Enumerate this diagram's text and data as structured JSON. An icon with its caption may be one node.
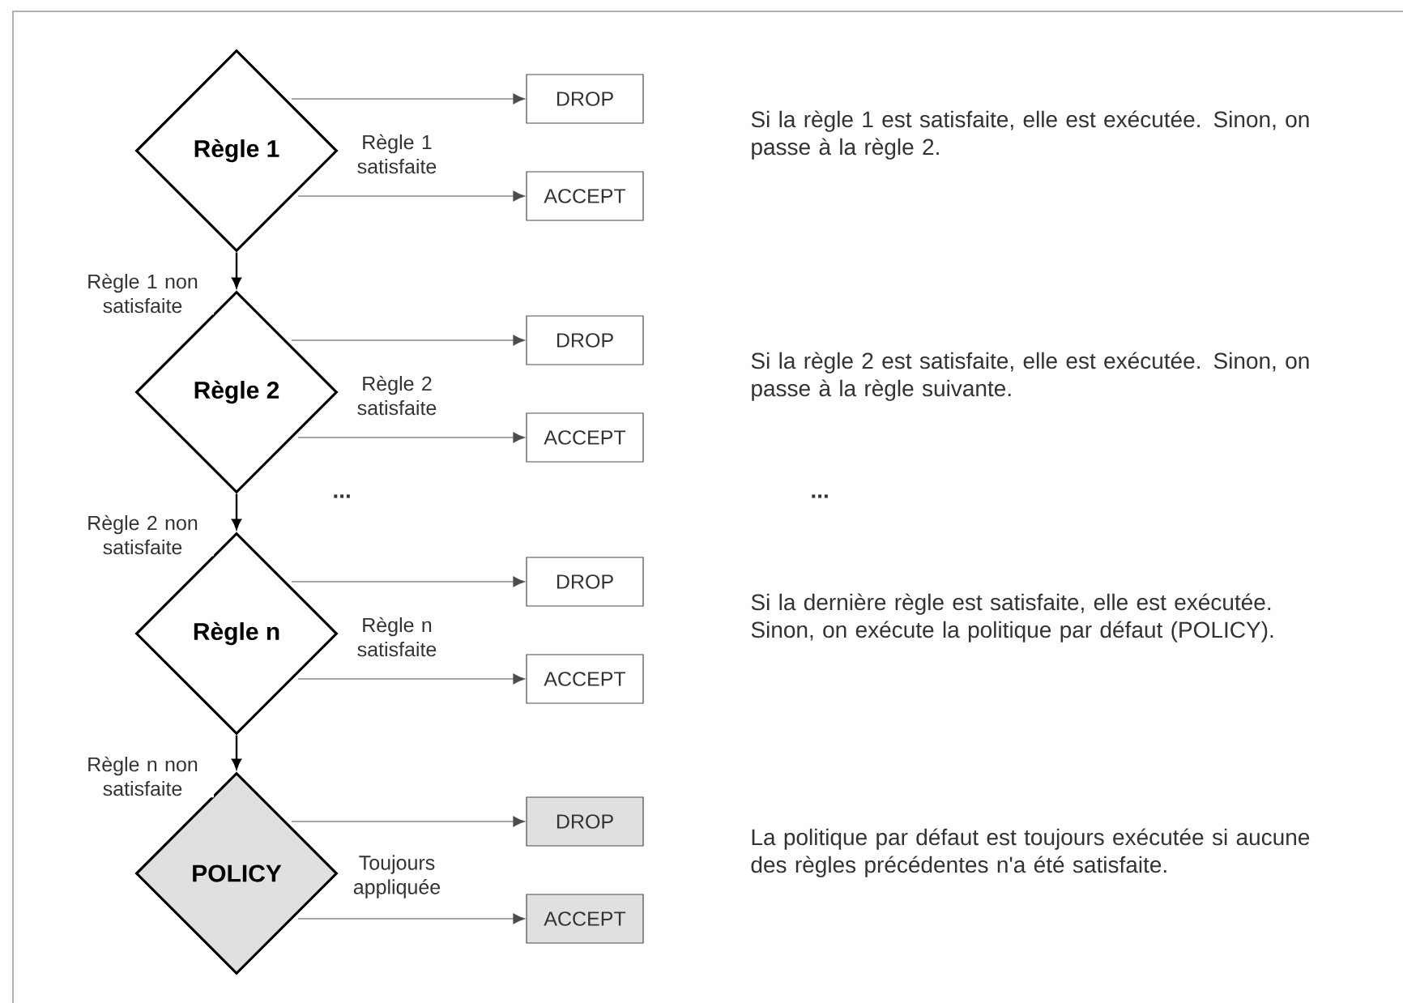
{
  "diagram": {
    "nodes": [
      {
        "text": [
          "Règle 1"
        ],
        "beside": [
          "Règle 1 satisfaite"
        ]
      },
      {
        "text": [
          "DROP"
        ]
      },
      {
        "text": [
          "ACCEPT"
        ]
      },
      {
        "text": [
          "Règle 2"
        ],
        "beside": [
          "Règle 2 satisfaite"
        ]
      },
      {
        "text": [
          "DROP"
        ]
      },
      {
        "text": [
          "ACCEPT"
        ]
      },
      {
        "text": [
          "Règle n"
        ],
        "beside": [
          "Règle n satisfaite"
        ]
      },
      {
        "text": [
          "DROP"
        ]
      },
      {
        "text": [
          "ACCEPT"
        ]
      },
      {
        "text": [
          "POLICY"
        ],
        "beside": [
          "Toujours appliquée"
        ]
      },
      {
        "text": [
          "DROP"
        ]
      },
      {
        "text": [
          "ACCEPT"
        ]
      }
    ],
    "edges": [
      {
        "from": 0,
        "to": 1,
        "arrow": "to"
      },
      {
        "from": 0,
        "to": 2,
        "arrow": "to"
      },
      {
        "from": 0,
        "to": 3,
        "arrow": "to",
        "label": "Règle 1 non satisfaite"
      },
      {
        "from": 3,
        "to": 4,
        "arrow": "to"
      },
      {
        "from": 3,
        "to": 5,
        "arrow": "to"
      },
      {
        "from": 3,
        "to": 6,
        "arrow": "to",
        "label": "Règle 2 non satisfaite"
      },
      {
        "from": 6,
        "to": 7,
        "arrow": "to"
      },
      {
        "from": 6,
        "to": 8,
        "arrow": "to"
      },
      {
        "from": 6,
        "to": 9,
        "arrow": "to",
        "label": "Règle n non satisfaite"
      },
      {
        "from": 9,
        "to": 10,
        "arrow": "to"
      },
      {
        "from": 9,
        "to": 11,
        "arrow": "to"
      }
    ],
    "labels": [
      "Si la règle 1 est satisfaite, elle est exécutée. Sinon, on passe à la règle 2.",
      "Si la règle 2 est satisfaite, elle est exécutée. Sinon, on passe à la règle suivante.",
      "...",
      "...",
      "Si la dernière règle est satisfaite, elle est exécutée. Sinon, on exécute la politique par défaut (POLICY).",
      "La politique par défaut est toujours exécutée si aucune des règles précédentes n'a été satisfaite."
    ]
  }
}
